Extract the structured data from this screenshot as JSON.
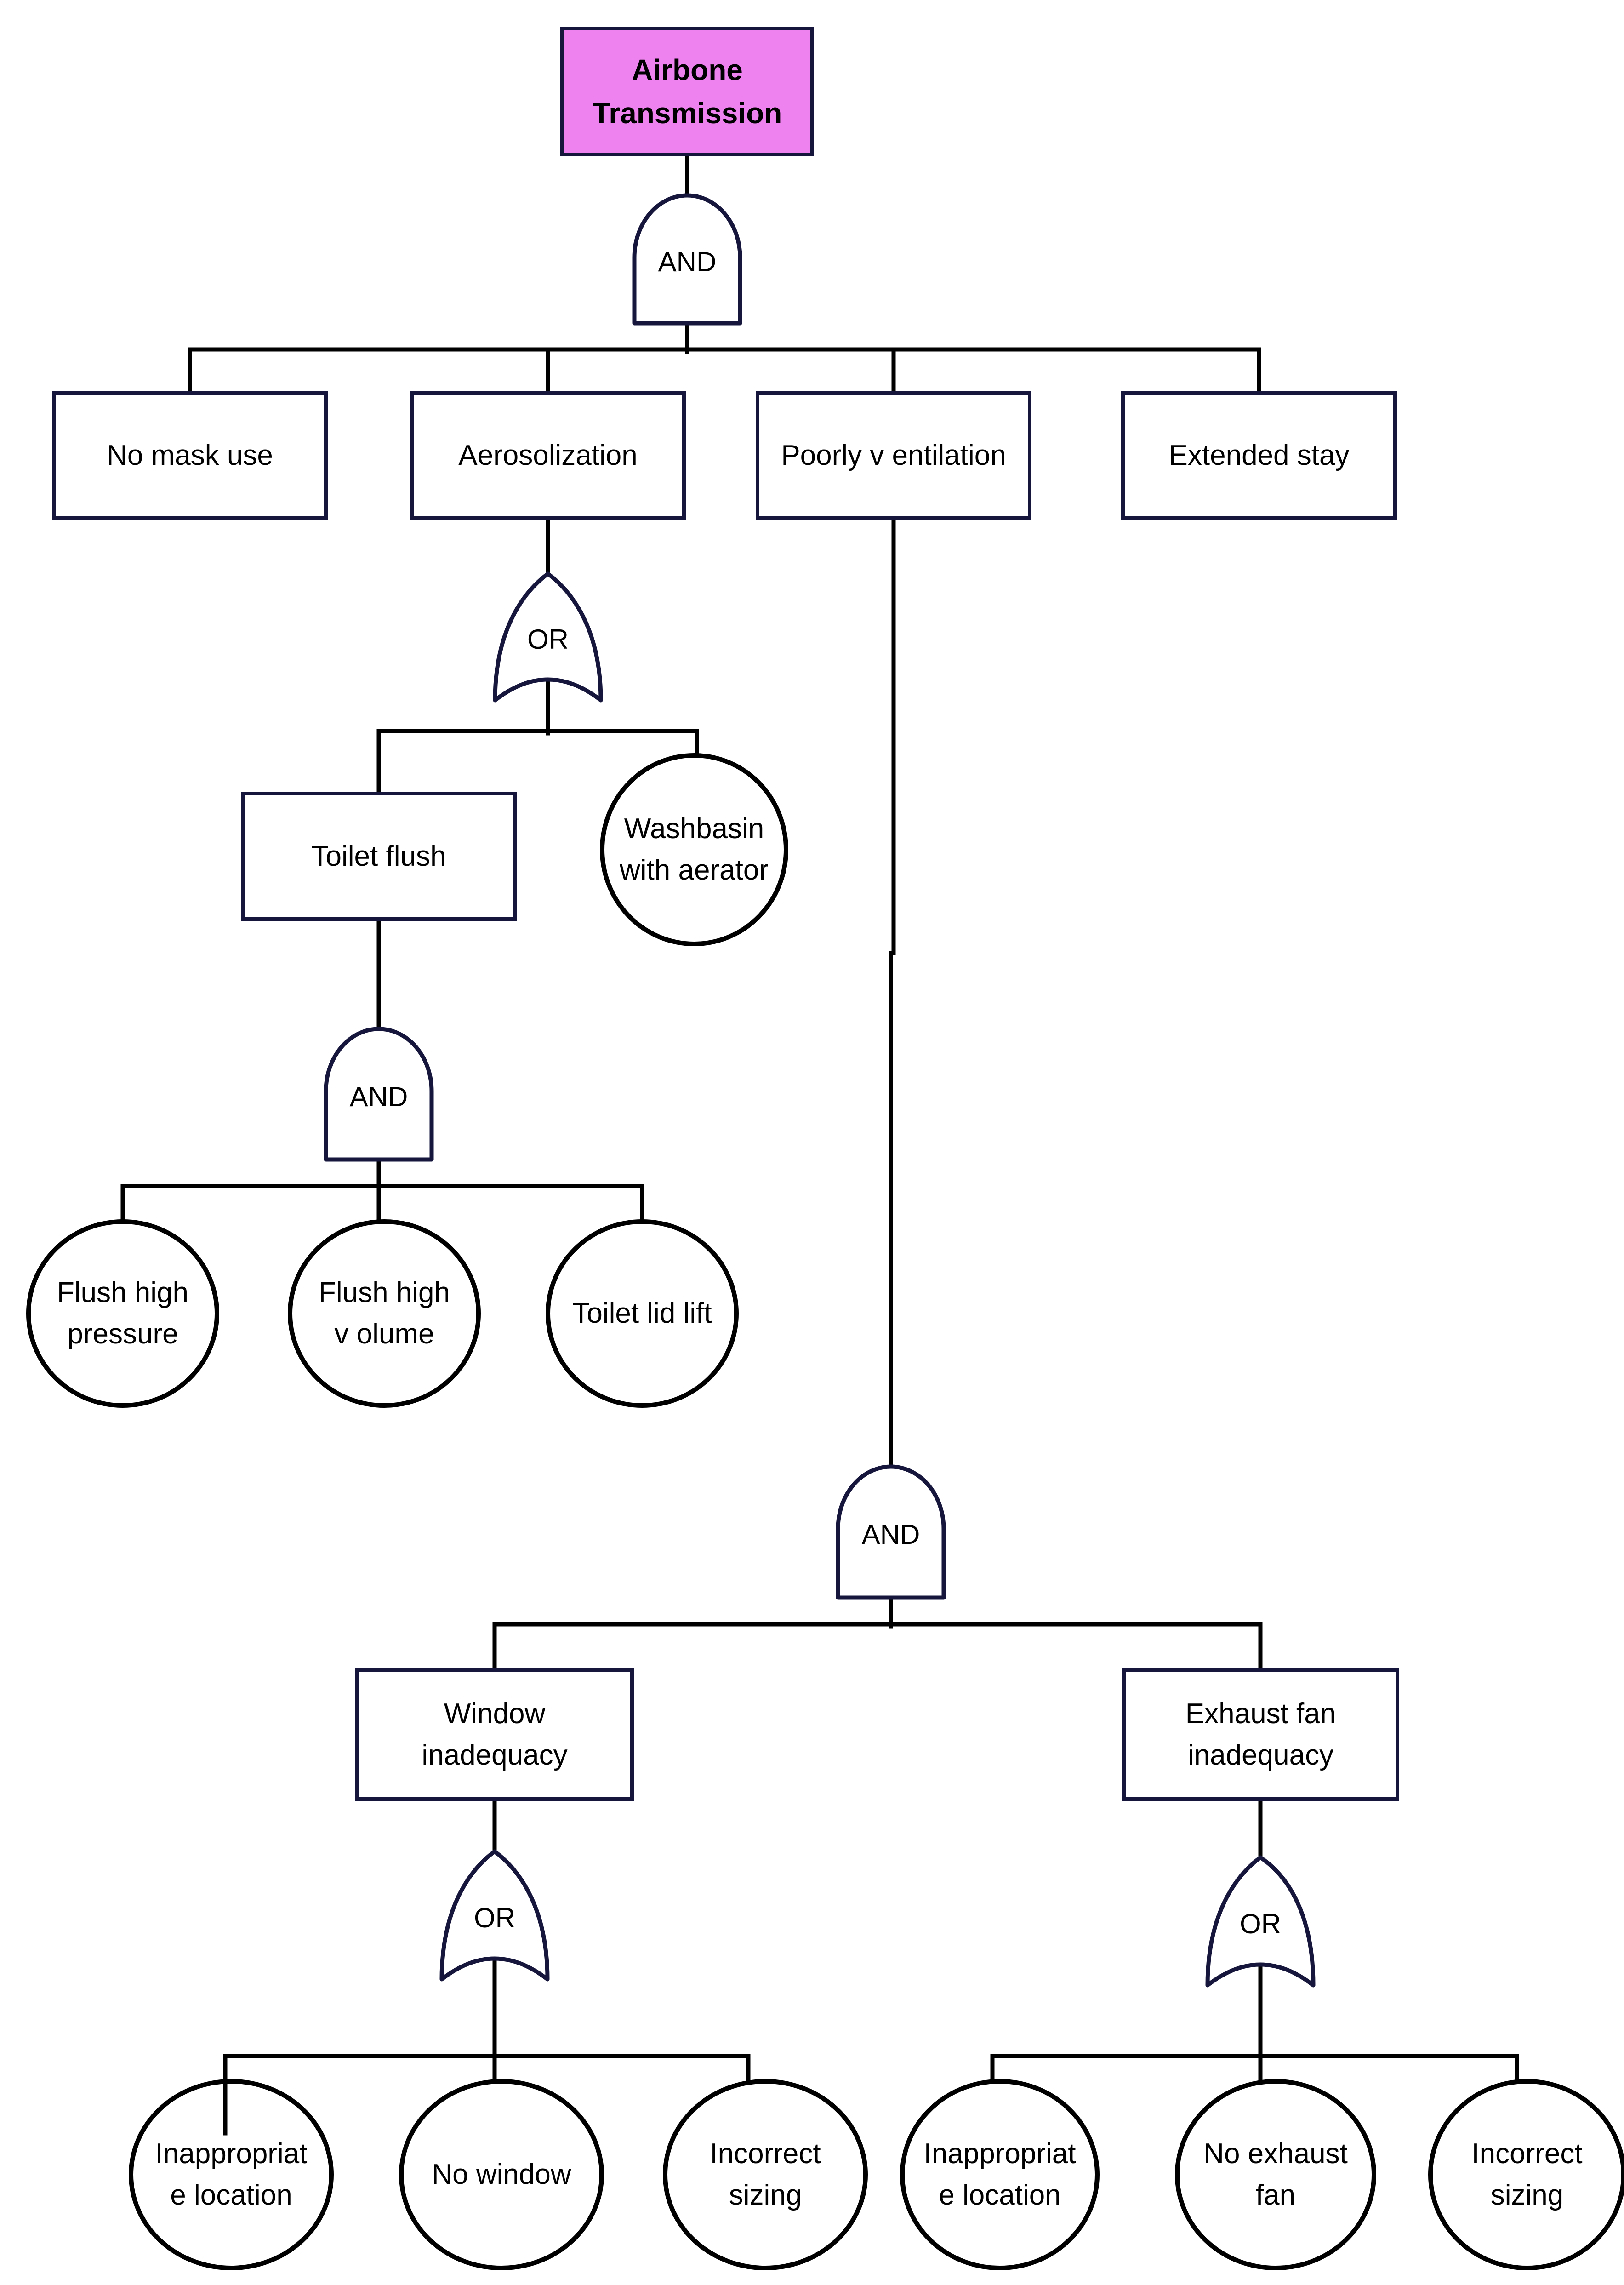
{
  "colors": {
    "top_event_fill": "#ee82ee",
    "box_border": "#16163c",
    "connector": "#000000",
    "circle_border": "#000000"
  },
  "top_event": {
    "label": "Airbone\nTransmission"
  },
  "gates": {
    "root_and": "AND",
    "aerosol_or": "OR",
    "toilet_and": "AND",
    "ventilation_and": "AND",
    "window_or": "OR",
    "exhaust_or": "OR"
  },
  "events": {
    "no_mask": "No mask use",
    "aerosolization": "Aerosolization",
    "poor_ventilation": "Poorly v entilation",
    "extended_stay": "Extended stay",
    "toilet_flush": "Toilet flush",
    "washbasin": "Washbasin\nwith aerator",
    "flush_pressure": "Flush high\npressure",
    "flush_volume": "Flush high\nv olume",
    "toilet_lid": "Toilet lid lift",
    "window_inadequacy": "Window\ninadequacy",
    "exhaust_inadequacy": "Exhaust fan\ninadequacy",
    "window_location": "Inappropriat\ne location",
    "no_window": "No window",
    "window_sizing": "Incorrect\nsizing",
    "exhaust_location": "Inappropriat\ne location",
    "no_exhaust": "No exhaust\nfan",
    "exhaust_sizing": "Incorrect\nsizing"
  }
}
